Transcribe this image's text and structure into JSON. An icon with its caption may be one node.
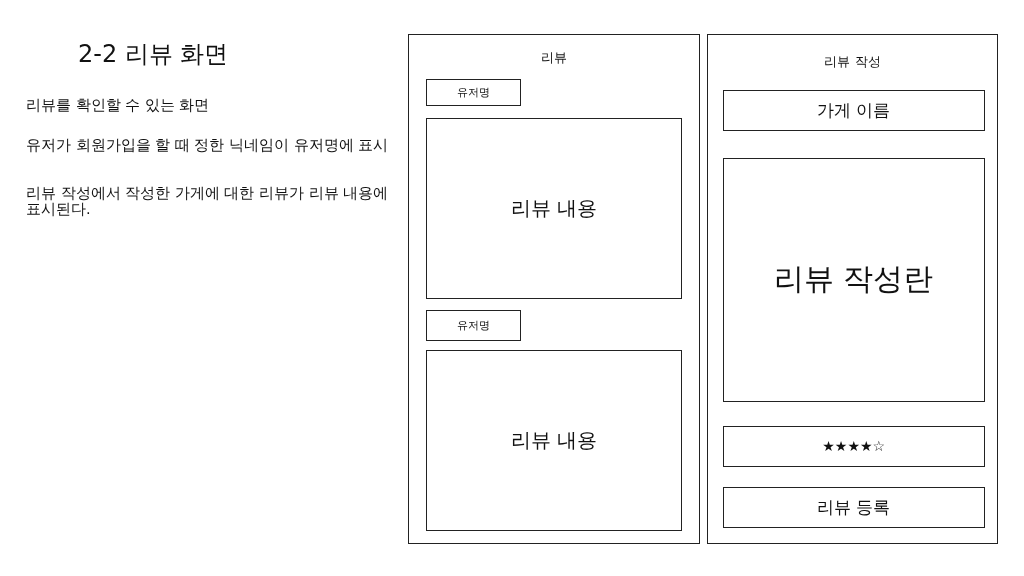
{
  "diagram": {
    "title": "2-2 리뷰 화면",
    "nodes": [
      {
        "text": [
          "리뷰"
        ]
      },
      {
        "text": [
          "유저명"
        ],
        "in": 0
      },
      {
        "text": [
          "리뷰 내용"
        ],
        "in": 0
      },
      {
        "text": [
          "유저명"
        ],
        "in": 0
      },
      {
        "text": [
          "리뷰 내용"
        ],
        "in": 0
      },
      {
        "text": [
          "리뷰 작성"
        ]
      },
      {
        "text": [
          "가게 이름"
        ],
        "in": 5
      },
      {
        "text": [
          "리뷰 작성란"
        ],
        "in": 5
      },
      {
        "text": [
          "★★★★☆"
        ],
        "in": 5
      },
      {
        "text": [
          "리뷰 등록"
        ],
        "in": 5
      }
    ],
    "edges": [],
    "labels": [
      "리뷰를 확인할 수 있는 화면",
      "유저가 회원가입을 할 때 정한 닉네임이 유저명에 표시",
      "리뷰 작성에서 작성한 가게에 대한 리뷰가 리뷰 내용에 표시된다."
    ]
  }
}
